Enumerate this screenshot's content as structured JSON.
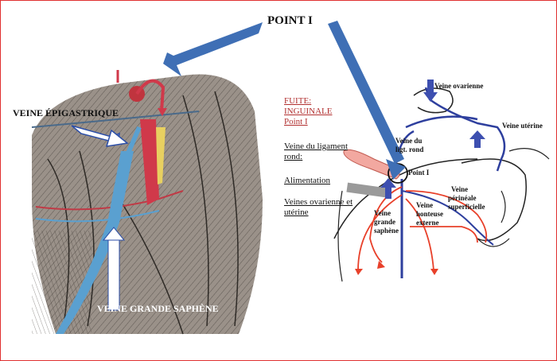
{
  "title": "POINT I",
  "left_panel": {
    "label_epigastrique": "VEINE ÉPIGASTRIQUE",
    "label_saphene": "VEINE GRANDE SAPHÈNE",
    "colors": {
      "vein": "#5aa0d0",
      "artery": "#d0394a",
      "muscle": "#7a7066",
      "arrow": "#ffffff"
    }
  },
  "right_panel": {
    "legend": {
      "fuite_line1": "FUITE:",
      "fuite_line2": "INGUINALE",
      "fuite_line3": "Point I",
      "ligament_line1": "Veine du ligament",
      "ligament_line2": "rond:",
      "alimentation": "Alimentation",
      "ovarienne_line1": "Veines ovarienne et",
      "ovarienne_line2": "utérine"
    },
    "labels": {
      "veine_ovarienne": "Veine ovarienne",
      "veine_uterine": "Veine utérine",
      "ligt_rond_line1": "Veine du",
      "ligt_rond_line2": "ligt. rond",
      "point_i": "Point I",
      "perineale_line1": "Veine",
      "perineale_line2": "périnéale",
      "perineale_line3": "superficielle",
      "honteuse_line1": "Veine",
      "honteuse_line2": "honteuse",
      "honteuse_line3": "externe",
      "grande_line1": "Veine",
      "grande_line2": "grande",
      "grande_line3": "saphène"
    },
    "colors": {
      "vein": "#2e3f9e",
      "reflux": "#e8402a",
      "pointer": "#3f6fb5",
      "ligament": "#f2a8a0"
    }
  }
}
